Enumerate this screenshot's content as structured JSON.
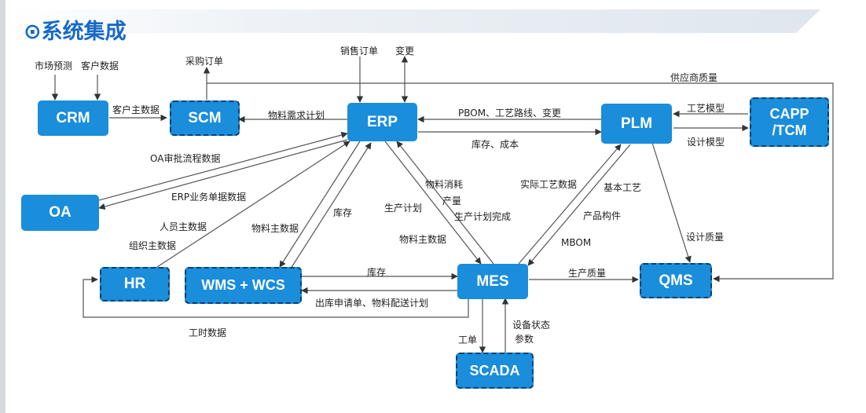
{
  "title": "⊙系统集成",
  "nodes": {
    "crm": "CRM",
    "scm": "SCM",
    "erp": "ERP",
    "plm": "PLM",
    "capp": "CAPP\n/TCM",
    "oa": "OA",
    "hr": "HR",
    "wms": "WMS + WCS",
    "mes": "MES",
    "qms": "QMS",
    "scada": "SCADA"
  },
  "edge_labels": {
    "market_forecast": "市场预测",
    "customer_data": "客户数据",
    "purchase_order": "采购订单",
    "sales_order": "销售订单",
    "change": "变更",
    "supplier_quality": "供应商质量",
    "customer_master": "客户主数据",
    "material_requirement": "物料需求计划",
    "pbom": "PBOM、工艺路线、变更",
    "inventory_cost": "库存、成本",
    "process_model": "工艺模型",
    "design_model": "设计模型",
    "oa_approval": "OA审批流程数据",
    "erp_business": "ERP业务单据数据",
    "personnel_master": "人员主数据",
    "org_master": "组织主数据",
    "material_master_1": "物料主数据",
    "inventory_1": "库存",
    "production_plan": "生产计划",
    "material_consumption": "物料消耗",
    "output": "产量",
    "plan_completion": "生产计划完成",
    "material_master_2": "物料主数据",
    "actual_process": "实际工艺数据",
    "basic_process": "基本工艺",
    "product_component": "产品构件",
    "mbom": "MBOM",
    "design_quality": "设计质量",
    "inventory_2": "库存",
    "outbound": "出库申请单、物料配送计划",
    "production_quality": "生产质量",
    "work_hours": "工时数据",
    "work_order": "工单",
    "device_status": "设备状态",
    "parameters": "参数"
  }
}
